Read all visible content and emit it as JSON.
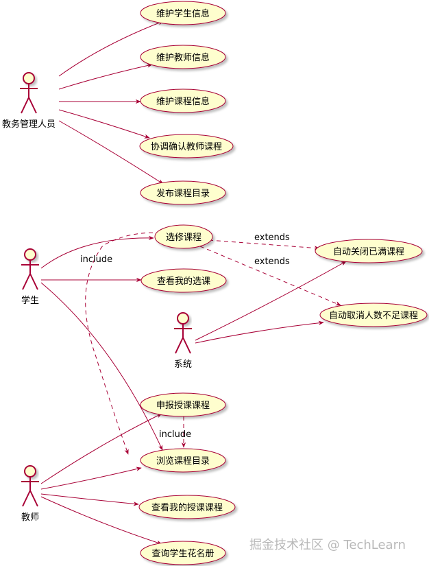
{
  "colors": {
    "line": "#A80036",
    "usecase_fill": "#FEFECE",
    "usecase_stroke": "#A80036",
    "actor_fill": "#FEFECE",
    "shadow": "#d0d0d0",
    "watermark": "#b8b8b8"
  },
  "actors": [
    {
      "id": "admin",
      "label": "教务管理人员"
    },
    {
      "id": "student",
      "label": "学生"
    },
    {
      "id": "system",
      "label": "系统"
    },
    {
      "id": "teacher",
      "label": "教师"
    }
  ],
  "usecases": [
    {
      "id": "uc1",
      "label": "维护学生信息"
    },
    {
      "id": "uc2",
      "label": "维护教师信息"
    },
    {
      "id": "uc3",
      "label": "维护课程信息"
    },
    {
      "id": "uc4",
      "label": "协调确认教师课程"
    },
    {
      "id": "uc5",
      "label": "发布课程目录"
    },
    {
      "id": "uc6",
      "label": "选修课程"
    },
    {
      "id": "uc7",
      "label": "自动关闭已满课程"
    },
    {
      "id": "uc8",
      "label": "查看我的选课"
    },
    {
      "id": "uc9",
      "label": "自动取消人数不足课程"
    },
    {
      "id": "uc10",
      "label": "申报授课课程"
    },
    {
      "id": "uc11",
      "label": "浏览课程目录"
    },
    {
      "id": "uc12",
      "label": "查看我的授课课程"
    },
    {
      "id": "uc13",
      "label": "查询学生花名册"
    }
  ],
  "relations": [
    {
      "from": "admin",
      "to": "uc1",
      "type": "association"
    },
    {
      "from": "admin",
      "to": "uc2",
      "type": "association"
    },
    {
      "from": "admin",
      "to": "uc3",
      "type": "association"
    },
    {
      "from": "admin",
      "to": "uc4",
      "type": "association"
    },
    {
      "from": "admin",
      "to": "uc5",
      "type": "association"
    },
    {
      "from": "student",
      "to": "uc6",
      "type": "association"
    },
    {
      "from": "student",
      "to": "uc8",
      "type": "association"
    },
    {
      "from": "student",
      "to": "uc11",
      "type": "association"
    },
    {
      "from": "uc6",
      "to": "uc7",
      "type": "extends",
      "label": "extends"
    },
    {
      "from": "uc6",
      "to": "uc9",
      "type": "extends",
      "label": "extends"
    },
    {
      "from": "uc6",
      "to": "uc11",
      "type": "include",
      "label": "include"
    },
    {
      "from": "system",
      "to": "uc7",
      "type": "association"
    },
    {
      "from": "system",
      "to": "uc9",
      "type": "association"
    },
    {
      "from": "uc10",
      "to": "uc11",
      "type": "include",
      "label": "include"
    },
    {
      "from": "teacher",
      "to": "uc10",
      "type": "association"
    },
    {
      "from": "teacher",
      "to": "uc11",
      "type": "association"
    },
    {
      "from": "teacher",
      "to": "uc12",
      "type": "association"
    },
    {
      "from": "teacher",
      "to": "uc13",
      "type": "association"
    }
  ],
  "watermark": "掘金技术社区 @ TechLearn"
}
